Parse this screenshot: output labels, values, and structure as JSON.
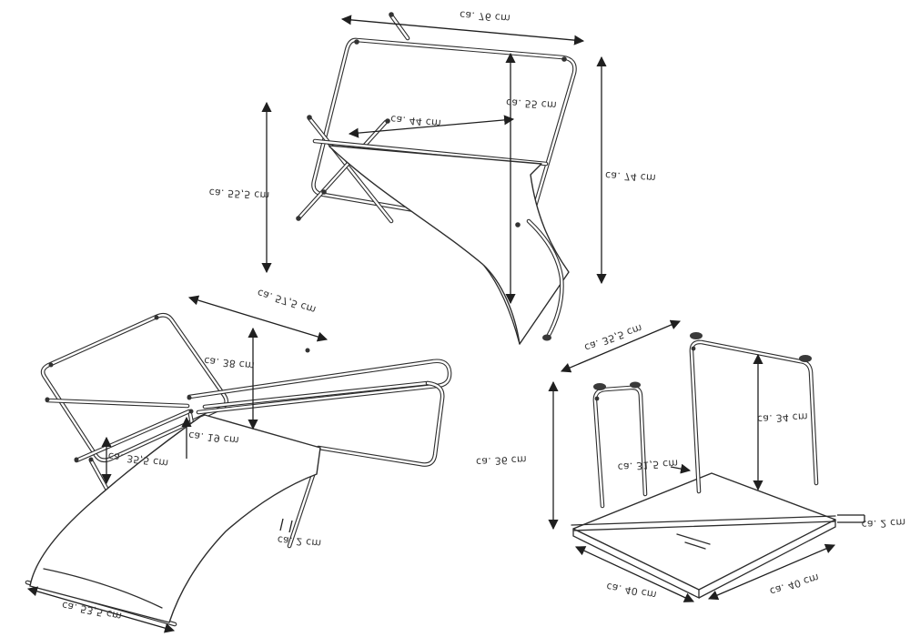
{
  "figure": {
    "kind": "furniture dimension diagram",
    "orientation_note": "all drawings and dimension text appear vertically mirrored",
    "style": {
      "line_color": "#2d2d2d",
      "text_color": "#333333",
      "background": "#ffffff"
    }
  },
  "assembled_chair": {
    "title": "folding chair - assembled view",
    "labels": {
      "top_width": "ca. 76 cm",
      "side_depth": "ca. 55,5 cm",
      "seat_width": "ca. 44 cm",
      "backrest_height": "ca. 55 cm",
      "total_height": "ca. 74 cm"
    }
  },
  "folded_chair": {
    "title": "folding chair - folded view",
    "labels": {
      "top_width": "ca. 57,5 cm",
      "frame_height": "ca. 38 cm",
      "seat_clearance": "ca. 19 cm",
      "side_height": "ca. 35,5 cm",
      "tube_thickness": "ca. 2 cm",
      "bottom_width": "ca. 53,5 cm"
    }
  },
  "table": {
    "title": "folding table view",
    "labels": {
      "leg_frame_width": "ca. 35,5 cm",
      "height": "ca. 36 cm",
      "leg_height": "ca. 34 cm",
      "corner_diagonal": "ca. 31,5 cm",
      "top_thickness": "ca. 2 cm",
      "top_width": "ca. 40 cm",
      "top_depth": "ca. 40 cm"
    }
  }
}
